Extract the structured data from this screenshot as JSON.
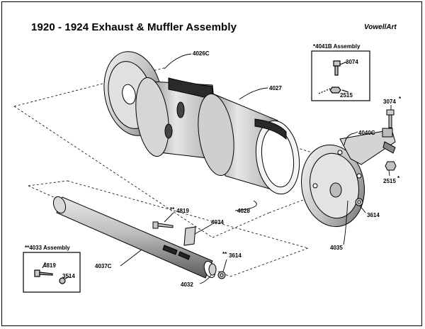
{
  "title": "1920 - 1924 Exhaust & Muffler Assembly",
  "brand": "VowellArt",
  "subassemblies": {
    "b4041": {
      "caption": "*4041B Assembly",
      "parts": [
        "3074",
        "2515"
      ]
    },
    "b4033": {
      "caption": "**4033 Assembly",
      "parts": [
        "4819",
        "3514"
      ]
    }
  },
  "labels": {
    "p4026c": "4026C",
    "p4027": "4027",
    "p4028": "4028",
    "p4040c": "4040C",
    "p3074": "3074",
    "p3074_mark": "*",
    "p2515": "2515",
    "p2515_mark": "*",
    "p3614": "3614",
    "p4035": "4035",
    "p4819_mark": "**",
    "p4819": "4819",
    "p4034": "4034",
    "p4037c": "4037C",
    "p3614b_mark": "**",
    "p3614b": "3614",
    "p4032": "4032"
  }
}
